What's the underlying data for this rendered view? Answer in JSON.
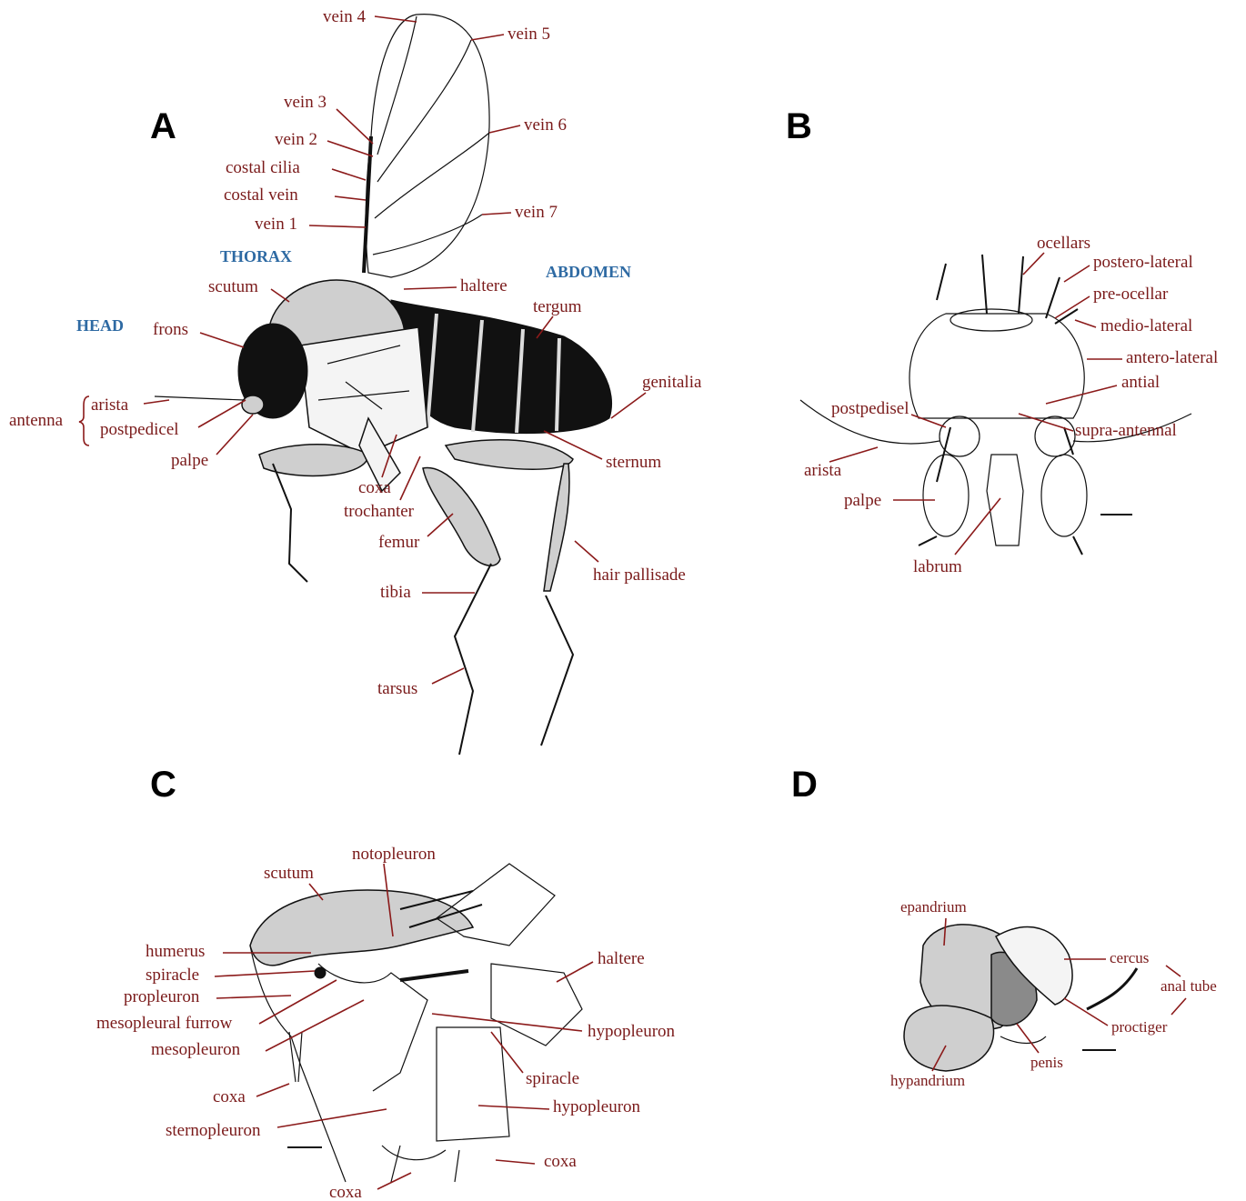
{
  "panels": {
    "A": {
      "letter": "A",
      "regions": {
        "head": "HEAD",
        "thorax": "THORAX",
        "abdomen": "ABDOMEN"
      },
      "labels": {
        "vein4": "vein 4",
        "vein5": "vein 5",
        "vein3": "vein 3",
        "vein6": "vein 6",
        "vein2": "vein 2",
        "costal_cilia": "costal cilia",
        "costal_vein": "costal vein",
        "vein1": "vein 1",
        "vein7": "vein 7",
        "scutum": "scutum",
        "haltere": "haltere",
        "tergum": "tergum",
        "frons": "frons",
        "genitalia": "genitalia",
        "arista": "arista",
        "antenna": "antenna",
        "postpedicel": "postpedicel",
        "palpe": "palpe",
        "sternum": "sternum",
        "coxa": "coxa",
        "trochanter": "trochanter",
        "femur": "femur",
        "hair_pallisade": "hair pallisade",
        "tibia": "tibia",
        "tarsus": "tarsus"
      }
    },
    "B": {
      "letter": "B",
      "labels": {
        "ocellars": "ocellars",
        "postero_lateral": "postero-lateral",
        "pre_ocellar": "pre-ocellar",
        "medio_lateral": "medio-lateral",
        "antero_lateral": "antero-lateral",
        "antial": "antial",
        "postpedisel": "postpedisel",
        "supra_antennal": "supra-antennal",
        "arista": "arista",
        "palpe": "palpe",
        "labrum": "labrum"
      }
    },
    "C": {
      "letter": "C",
      "labels": {
        "notopleuron": "notopleuron",
        "scutum": "scutum",
        "humerus": "humerus",
        "haltere": "haltere",
        "spiracle": "spiracle",
        "propleuron": "propleuron",
        "mesopleural_furrow": "mesopleural furrow",
        "hypopleuron": "hypopleuron",
        "mesopleuron": "mesopleuron",
        "spiracle2": "spiracle",
        "coxa": "coxa",
        "hypopleuron2": "hypopleuron",
        "sternopleuron": "sternopleuron",
        "coxa2": "coxa",
        "coxa3": "coxa"
      }
    },
    "D": {
      "letter": "D",
      "labels": {
        "epandrium": "epandrium",
        "cercus": "cercus",
        "anal_tube": "anal tube",
        "proctiger": "proctiger",
        "penis": "penis",
        "hypandrium": "hypandrium"
      }
    }
  }
}
